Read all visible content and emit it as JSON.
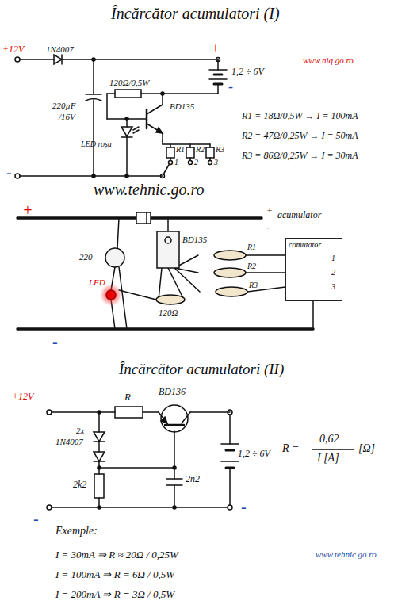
{
  "diagram": {
    "title": "Încărcător acumulatori (I)",
    "nodes": [
      {
        "text": [
          "comutator"
        ]
      }
    ],
    "labels": [
      "www.niq.go.ro",
      "+12V",
      "1N4007",
      "+",
      "1,2 ÷ 6V",
      "-",
      "220µF",
      "/16V",
      "120Ω/0,5W",
      "BD135",
      "LED roșu",
      "R1",
      "R2",
      "R3",
      "1",
      "2",
      "3",
      "-",
      "R1 = 18Ω/0,5W → I = 100mA",
      "R2 = 47Ω/0,25W → I = 50mA",
      "R3 = 86Ω/0,25W → I = 30mA",
      "www.tehnic.go.ro",
      "+",
      "acumulator",
      "+",
      "-",
      "BD135",
      "220",
      "LED",
      "120Ω",
      "R1",
      "R2",
      "R3",
      "1",
      "2",
      "3",
      "-",
      "Încărcător acumulatori (II)",
      "+12V",
      "R",
      "BD136",
      "2x",
      "1N4007",
      "2k2",
      "2n2",
      "1,2 ÷ 6V",
      "R =",
      "0,62",
      "I [A]",
      "[Ω]",
      "-",
      "-",
      "Exemple:",
      "I = 30mA ⇒ R ≈ 20Ω / 0,25W",
      "I = 100mA ⇒ R = 6Ω / 0,5W",
      "I = 200mA ⇒ R = 3Ω / 0,5W",
      "www.tehnic.go.ro"
    ]
  }
}
